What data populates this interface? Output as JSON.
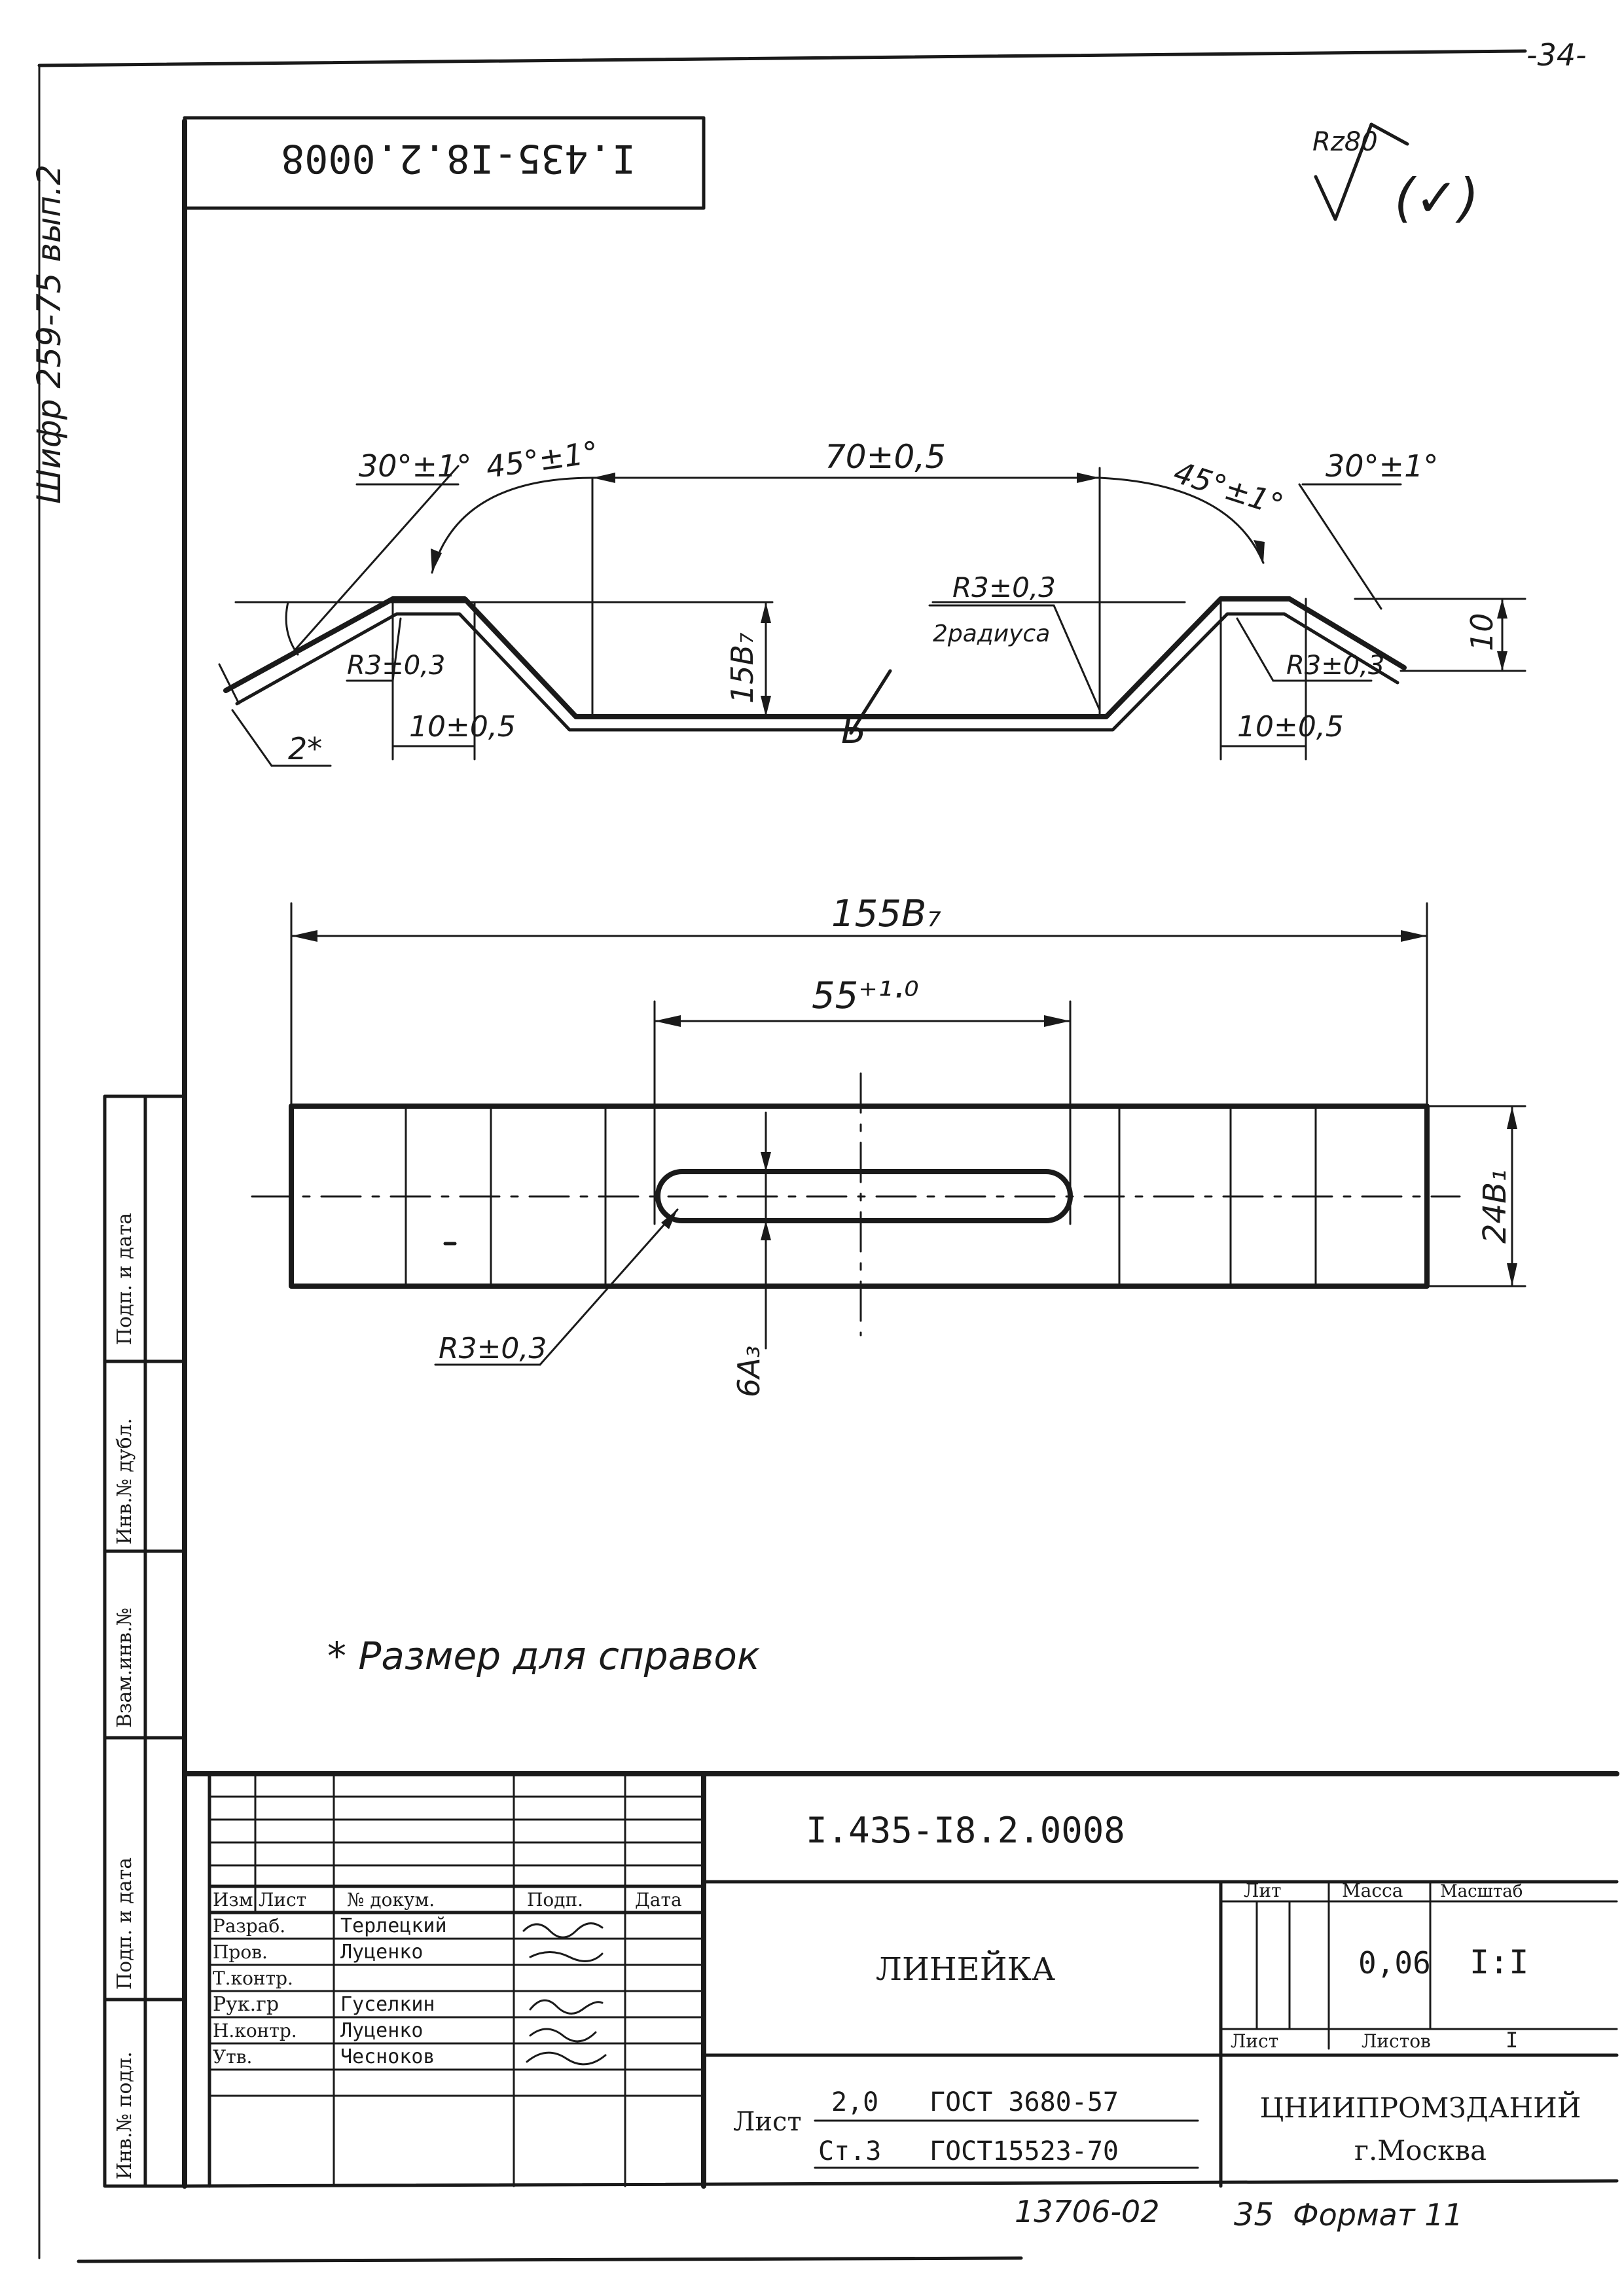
{
  "page_number": "-34-",
  "archive_note": "Шифр 259-75 вып.2",
  "doc_code_rotated": "I.435-I8.2.0008",
  "roughness": {
    "label": "Rz80",
    "bracket": "(✓)"
  },
  "section_view": {
    "angle_left_outer": "30°±1°",
    "angle_left_inner": "45°±1°",
    "length_mid": "70±0,5",
    "angle_right_inner": "45°±1°",
    "angle_right_outer": "30°±1°",
    "radius_mid": "R3±0,3",
    "radius_mid_note": "2радиуса",
    "radius_left": "R3±0,3",
    "radius_right": "R3±0,3",
    "depth": "15В₇",
    "width_left": "10±0,5",
    "width_right": "10±0,5",
    "height_right": "10",
    "thickness": "2*",
    "section_mark": "Б"
  },
  "plan_view": {
    "total_length": "155В₇",
    "slot_length": "55⁺¹·⁰",
    "width": "24В₁",
    "slot_width": "6А₃",
    "slot_radius": "R3±0,3"
  },
  "note": "* Размер для справок",
  "side_stamp": [
    "Подп. и дата",
    "Инв.№ дубл.",
    "Взам.инв.№",
    "Подп. и дата",
    "Инв.№ подл."
  ],
  "title_block": {
    "designation": "I.435-I8.2.0008",
    "part_name": "ЛИНЕЙКА",
    "col_headers": [
      "Изм",
      "Лист",
      "№ докум.",
      "Подп.",
      "Дата"
    ],
    "rows": [
      {
        "role": "Разраб.",
        "name": "Терлецкий"
      },
      {
        "role": "Пров.",
        "name": "Луценко"
      },
      {
        "role": "Т.контр.",
        "name": ""
      },
      {
        "role": "Рук.гр",
        "name": "Гуселкин"
      },
      {
        "role": "Н.контр.",
        "name": "Луценко"
      },
      {
        "role": "Утв.",
        "name": "Чесноков"
      }
    ],
    "lit_header": "Лит",
    "mass_header": "Масса",
    "scale_header": "Масштаб",
    "mass": "0,06",
    "scale": "I:I",
    "sheet_label": "Лист",
    "sheets_label": "Листов",
    "sheets_value": "I",
    "material_label": "Лист",
    "material_line1_value": "2,0",
    "material_line1_std": "ГОСТ 3680-57",
    "material_line2_value": "Ст.3",
    "material_line2_std": "ГОСТ15523-70",
    "org": "ЦНИИПРОМЗДАНИЙ",
    "city": "г.Москва"
  },
  "footer": {
    "stamp": "13706-02",
    "sheet": "35",
    "format": "Формат 11"
  }
}
